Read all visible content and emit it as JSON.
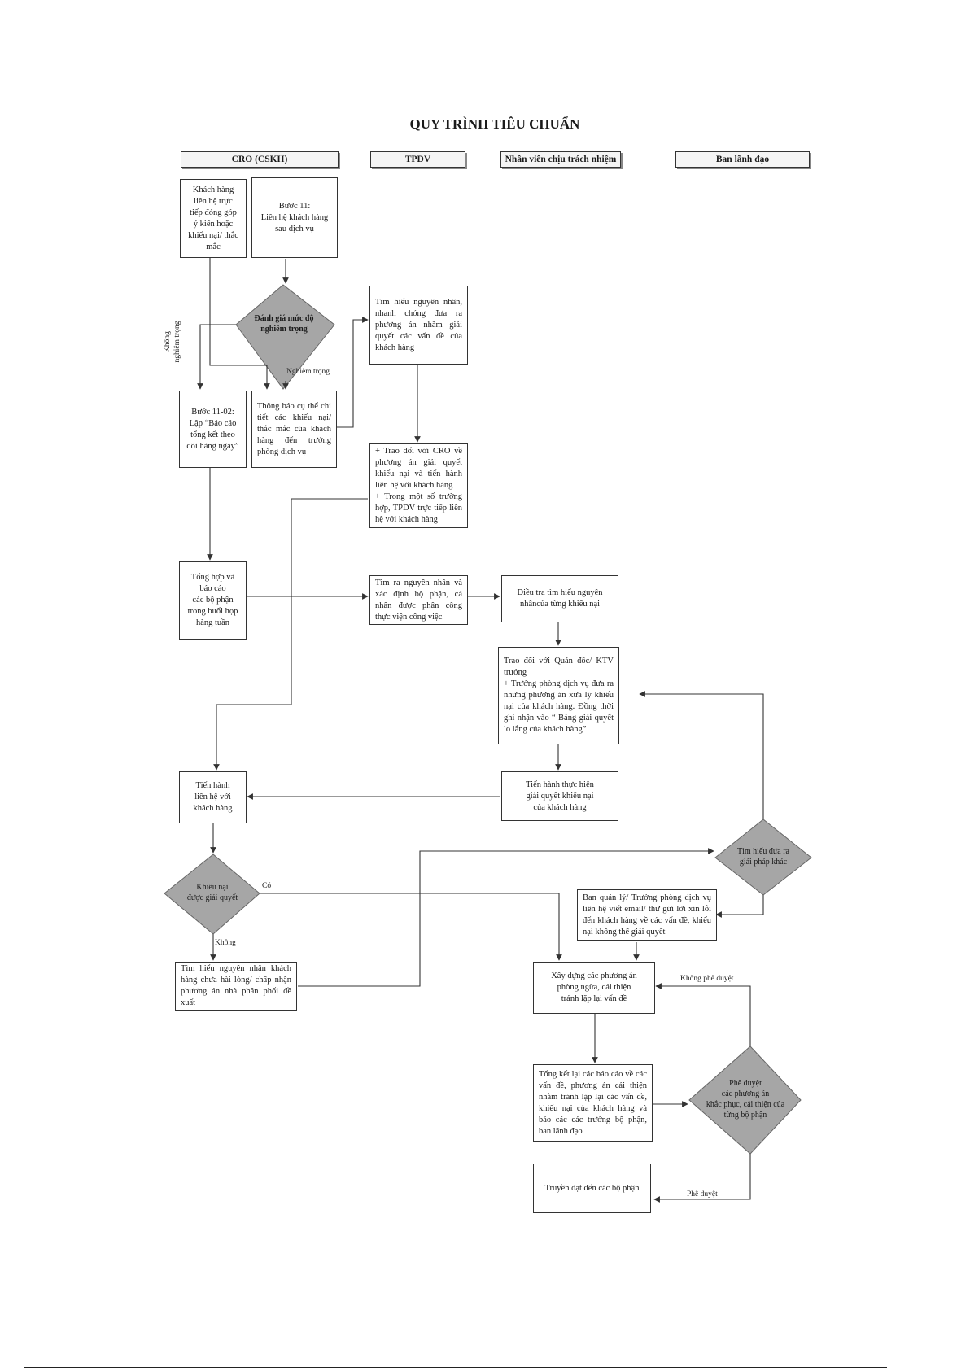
{
  "title": "QUY TRÌNH TIÊU CHUẨN",
  "lanes": {
    "cro": "CRO (CSKH)",
    "tpdv": "TPDV",
    "staff": "Nhân viên chịu trách nhiệm",
    "leadership": "Ban lãnh đạo"
  },
  "boxes": {
    "customer_contact": "Khách hàng\nliên hệ trực\ntiếp đóng góp\ný kiến hoặc\nkhiếu nại/ thắc\nmắc",
    "step11": "Bước 11:\nLiên hệ khách hàng\nsau dịch vụ",
    "find_cause": "Tìm hiểu nguyên nhân, nhanh chóng đưa ra phương án nhằm giải quyết các vấn đề của khách hàng",
    "step11_02": "Bước 11-02:\nLập “Báo cáo\ntổng kết theo\ndõi hàng ngày”",
    "notify": "Thông báo cụ thể chi tiết các khiếu nại/ thắc mắc của khách hàng đến trưởng phòng dịch vụ",
    "discuss_cro": "+ Trao đổi với CRO về phương án giải quyết khiếu nại và tiến hành liên hệ với khách hàng\n+ Trong một số trường hợp, TPDV trực tiếp liên hệ với khách hàng",
    "summary_weekly": "Tổng hợp và\nbáo cáo\ncác bộ phận\ntrong buổi họp\nhàng tuần",
    "identify_dept": "Tìm ra nguyên nhân và xác định bộ phận, cá nhân được phân công thực viện công việc",
    "investigate": "Điều tra tìm hiểu nguyên\nnhâncủa từng khiếu nại",
    "discuss_foreman": "Trao đổi với Quản đốc/ KTV trưởng\n+ Trưởng phòng dịch vụ đưa ra những phương án xửa lý khiếu nại của khách hàng. Đồng thời ghi nhận vào “ Bảng giải quyết lo lắng của khách hàng”",
    "contact_customer": "Tiến hành\nliên hệ với\nkhách hàng",
    "execute_resolution": "Tiến hành thực hiện\ngiải quyết khiếu nại\ncủa khách hàng",
    "apology": "Ban quản lý/ Trưởng phòng dịch vụ liên hệ viết email/ thư gửi lời xin lỗi đến khách hàng về các vấn đề, khiếu nại không thể giải quyết",
    "dissatisfied": "Tìm hiểu nguyên nhân khách hàng chưa hài lòng/ chấp nhận phương án nhà phân phối đề xuất",
    "prevention": "Xây dựng các phương án\nphòng ngừa, cải thiện\ntránh lặp lại vấn đề",
    "report": "Tổng kết lại các báo cáo về các vấn đề, phương án cải thiện nhằm tránh lặp lại các vấn đề, khiếu nại của khách hàng và báo các các trưởng bộ phận, ban lãnh đạo",
    "communicate": "Truyền đạt đến các bộ phận"
  },
  "decisions": {
    "severity": "Đánh giá mức độ\nnghiêm trọng",
    "resolved": "Khiếu nại\nđược giải quyết",
    "other_solution": "Tìm hiểu đưa ra\ngiải pháp khác",
    "approve": "Phê duyệt\ncác phương án\nkhắc phục, cải thiện của\ntừng bộ phận"
  },
  "edge_labels": {
    "not_serious": "Không\nnghiêm trọng",
    "serious": "Nghiêm trọng",
    "yes": "Có",
    "no": "Không",
    "not_approved": "Không phê duyệt",
    "approved": "Phê duyệt"
  },
  "colors": {
    "decision_fill": "#a6a6a6",
    "line": "#333333"
  }
}
